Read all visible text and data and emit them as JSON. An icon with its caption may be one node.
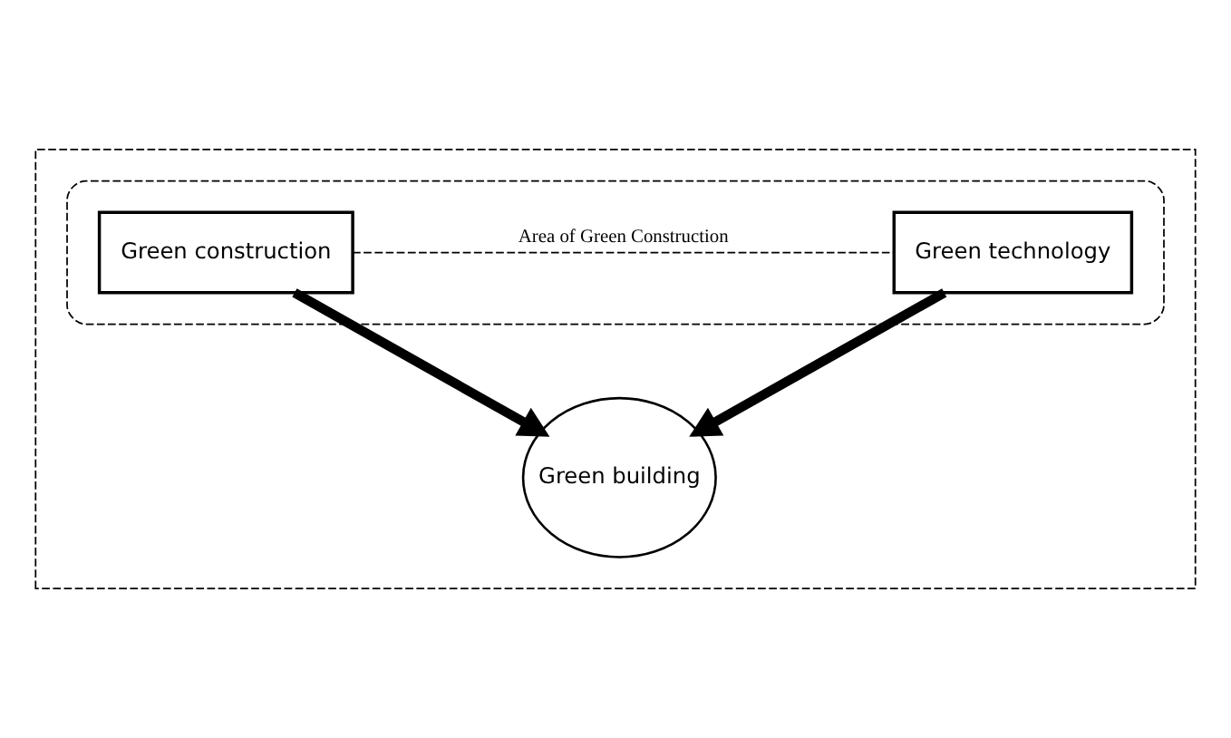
{
  "diagram": {
    "nodes": [
      {
        "text": [],
        "shape": "box"
      },
      {
        "text": [],
        "shape": "box",
        "in": 0
      },
      {
        "text": [
          "Green construction"
        ],
        "in": 1
      },
      {
        "text": [
          "Green technology"
        ],
        "in": 1
      },
      {
        "text": [
          "Green building"
        ],
        "in": 0
      }
    ],
    "edges": [
      {
        "from": 2,
        "to": 3,
        "arrow": "none",
        "style": "dashed",
        "label": "Area of Green Construction"
      },
      {
        "from": 2,
        "to": 4,
        "arrow": "to"
      },
      {
        "from": 3,
        "to": 4,
        "arrow": "to"
      }
    ]
  }
}
